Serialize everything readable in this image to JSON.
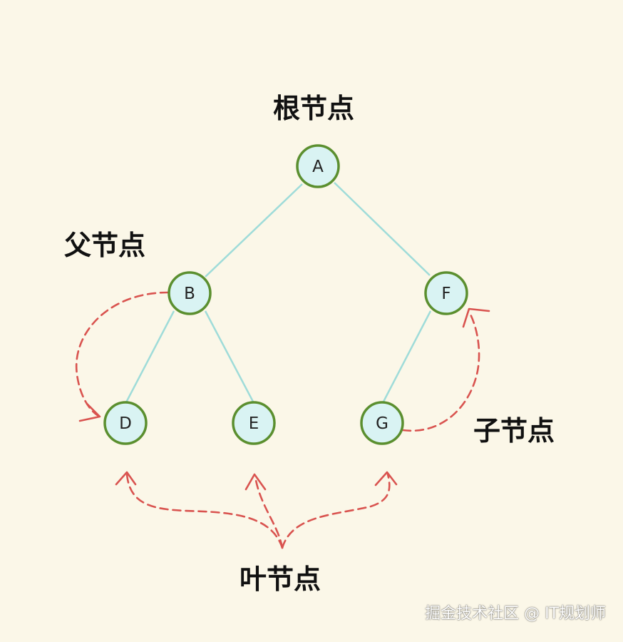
{
  "labels": {
    "root": "根节点",
    "parent": "父节点",
    "child": "子节点",
    "leaf": "叶节点"
  },
  "nodes": {
    "A": "A",
    "B": "B",
    "F": "F",
    "D": "D",
    "E": "E",
    "G": "G"
  },
  "watermark": "掘金技术社区 @ IT规划师",
  "colors": {
    "background": "#fbf7e8",
    "node_fill": "#d9f3f3",
    "node_stroke": "#5b8f2f",
    "edge": "#9fdcd9",
    "arrow": "#d9534f"
  }
}
